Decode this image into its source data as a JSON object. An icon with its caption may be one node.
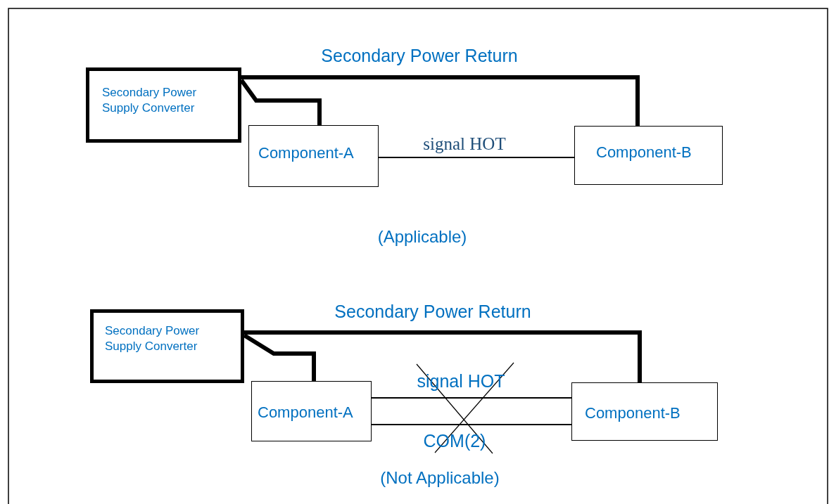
{
  "diagram": {
    "nodes": [
      {
        "text": [
          "Secondary Power Supply Converter"
        ]
      },
      {
        "text": [
          "Component-A"
        ]
      },
      {
        "text": [
          "Component-B"
        ]
      },
      {
        "text": [
          "Secondary Power Supply Converter"
        ]
      },
      {
        "text": [
          "Component-A"
        ]
      },
      {
        "text": [
          "Component-B"
        ]
      }
    ],
    "edges": [
      {
        "from": 0,
        "to": 2,
        "arrow": "none",
        "label": "Secondary Power Return"
      },
      {
        "from": 0,
        "to": 1,
        "arrow": "none"
      },
      {
        "from": 1,
        "to": 2,
        "arrow": "none",
        "label": "signal HOT"
      },
      {
        "from": 3,
        "to": 5,
        "arrow": "none",
        "label": "Secondary Power Return"
      },
      {
        "from": 3,
        "to": 4,
        "arrow": "none"
      },
      {
        "from": 4,
        "to": 5,
        "arrow": "none",
        "label": "signal HOT"
      },
      {
        "from": 4,
        "to": 5,
        "arrow": "none",
        "label": "COM(2)"
      }
    ],
    "labels": [
      "(Applicable)",
      "(Not Applicable)"
    ]
  }
}
